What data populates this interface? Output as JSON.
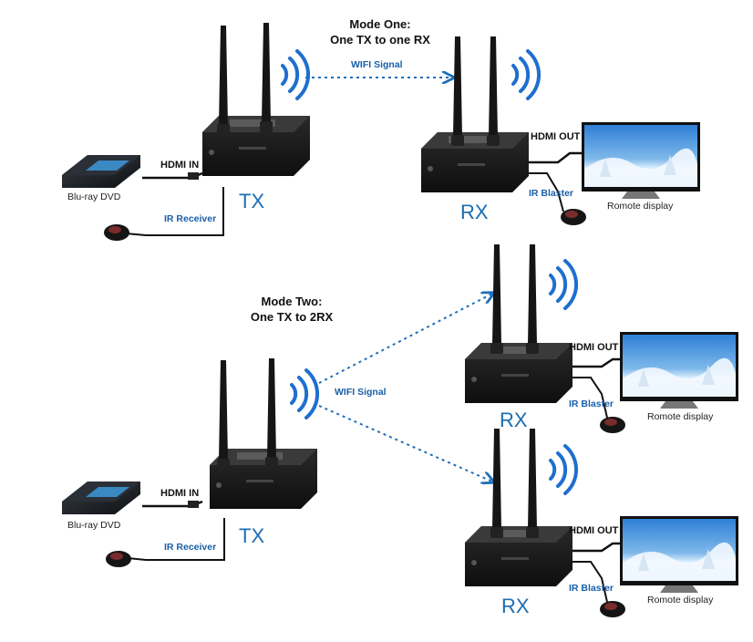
{
  "mode_one": {
    "title_line1": "Mode One:",
    "title_line2": "One TX to one RX",
    "wifi_label": "WIFI Signal",
    "device_label": "Blu-ray DVD",
    "hdmi_in": "HDMI IN",
    "tx_label": "TX",
    "ir_receiver": "IR Receiver",
    "rx_label": "RX",
    "hdmi_out": "HDMI OUT",
    "ir_blaster": "IR Blaster",
    "display_label": "Romote display"
  },
  "mode_two": {
    "title_line1": "Mode Two:",
    "title_line2": "One TX to 2RX",
    "wifi_label": "WIFI Signal",
    "device_label": "Blu-ray DVD",
    "hdmi_in": "HDMI IN",
    "tx_label": "TX",
    "ir_receiver": "IR Receiver",
    "rx1_label": "RX",
    "rx1_hdmi_out": "HDMI OUT",
    "rx1_ir_blaster": "IR Blaster",
    "rx1_display_label": "Romote display",
    "rx2_label": "RX",
    "rx2_hdmi_out": "HDMI OUT",
    "rx2_ir_blaster": "IR Blaster",
    "rx2_display_label": "Romote display"
  },
  "colors": {
    "signal_line": "#1f6fb8",
    "tx_rx_label": "#1a6db3",
    "box_body": "#1b1b1b",
    "antenna": "#161616"
  },
  "icons": [
    "wifi-waves-icon",
    "antenna-icon",
    "tv-icon",
    "blu-ray-player-icon",
    "ir-sensor-icon"
  ]
}
